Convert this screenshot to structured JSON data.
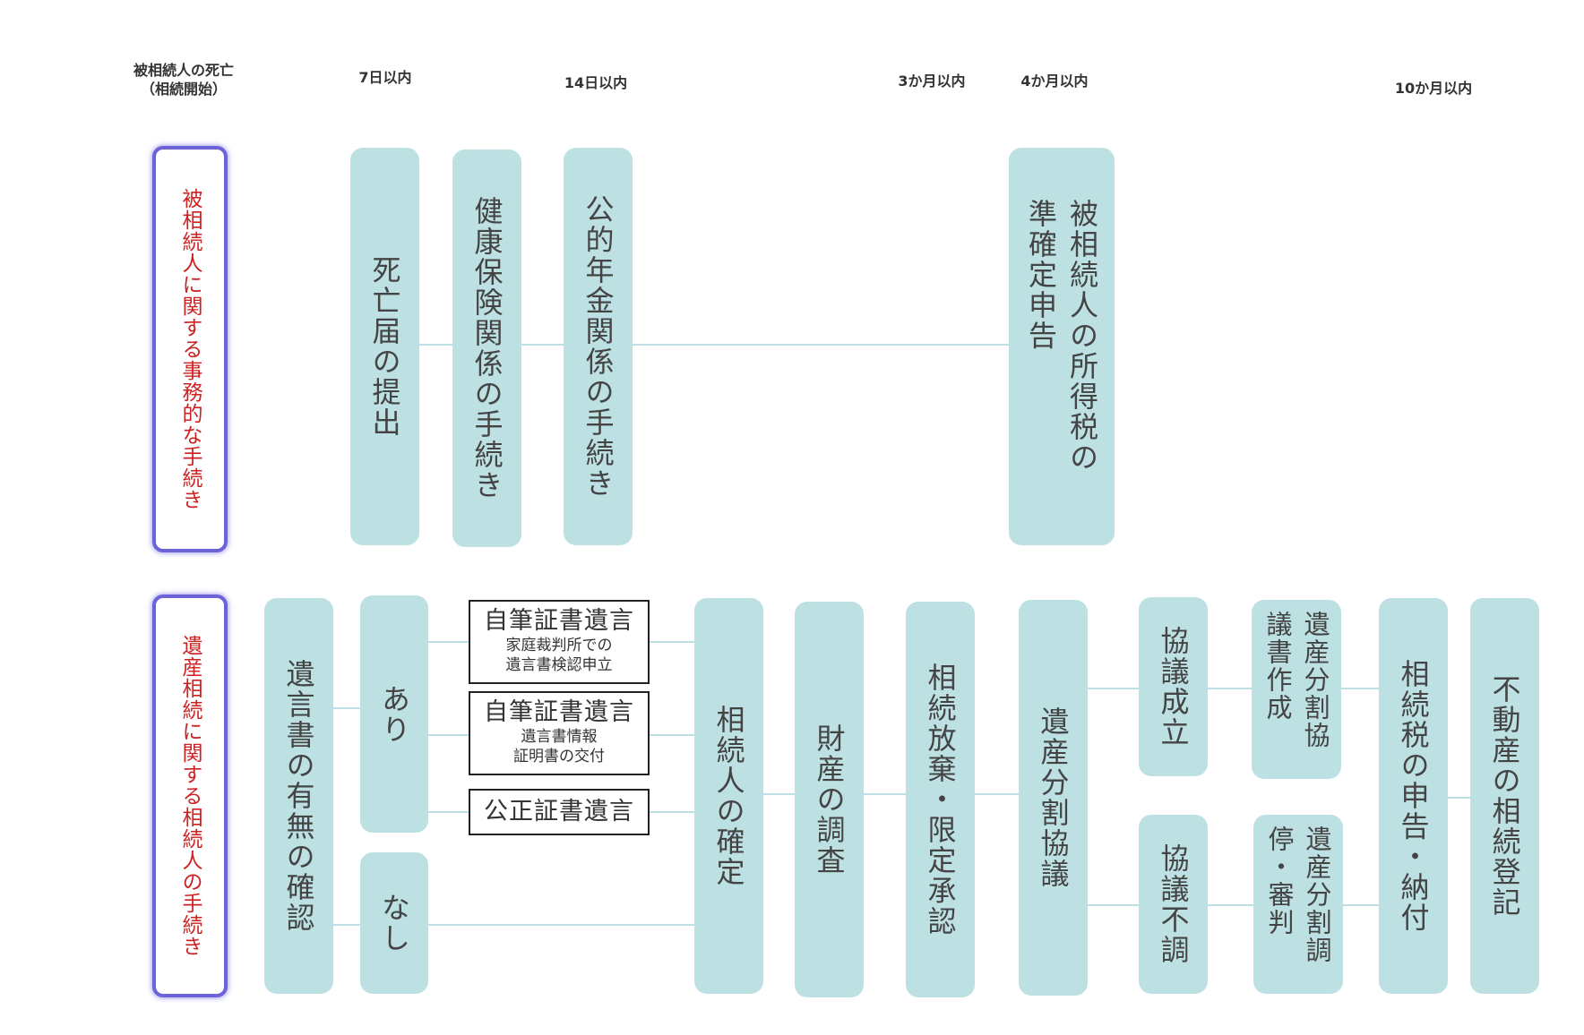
{
  "colors": {
    "box_fill": "#bde0e3",
    "category_border": "#6b63d6",
    "category_text": "#cc2222",
    "connector": "#bfe0e4"
  },
  "timeline": {
    "death": "被相続人の死亡",
    "death_sub": "（相続開始）",
    "d7": "7日以内",
    "d14": "14日以内",
    "m3": "3か月以内",
    "m4": "4か月以内",
    "m10": "10か月以内"
  },
  "admin": {
    "category": "被相続人に関する事務的な手続き",
    "death_notice": "死亡届の提出",
    "health_insurance": "健康保険関係の手続き",
    "pension": "公的年金関係の手続き",
    "income_tax": "被相続人の所得税の準確定申告"
  },
  "inherit": {
    "category": "遺産相続に関する相続人の手続き",
    "will_check": "遺言書の有無の確認",
    "yes": "あり",
    "no": "なし",
    "will1_title": "自筆証書遺言",
    "will1_sub1": "家庭裁判所での",
    "will1_sub2": "遺言書検認申立",
    "will2_title": "自筆証書遺言",
    "will2_sub1": "遺言書情報",
    "will2_sub2": "証明書の交付",
    "will3_title": "公正証書遺言",
    "heir_confirm": "相続人の確定",
    "asset_survey": "財産の調査",
    "renounce": "相続放棄・限定承認",
    "division_talk": "遺産分割協議",
    "agreed": "協議成立",
    "division_doc": "遺産分割協議書作成",
    "disagreed": "協議不調",
    "mediation": "遺産分割調停・審判",
    "tax_filing": "相続税の申告・納付",
    "registration": "不動産の相続登記"
  }
}
